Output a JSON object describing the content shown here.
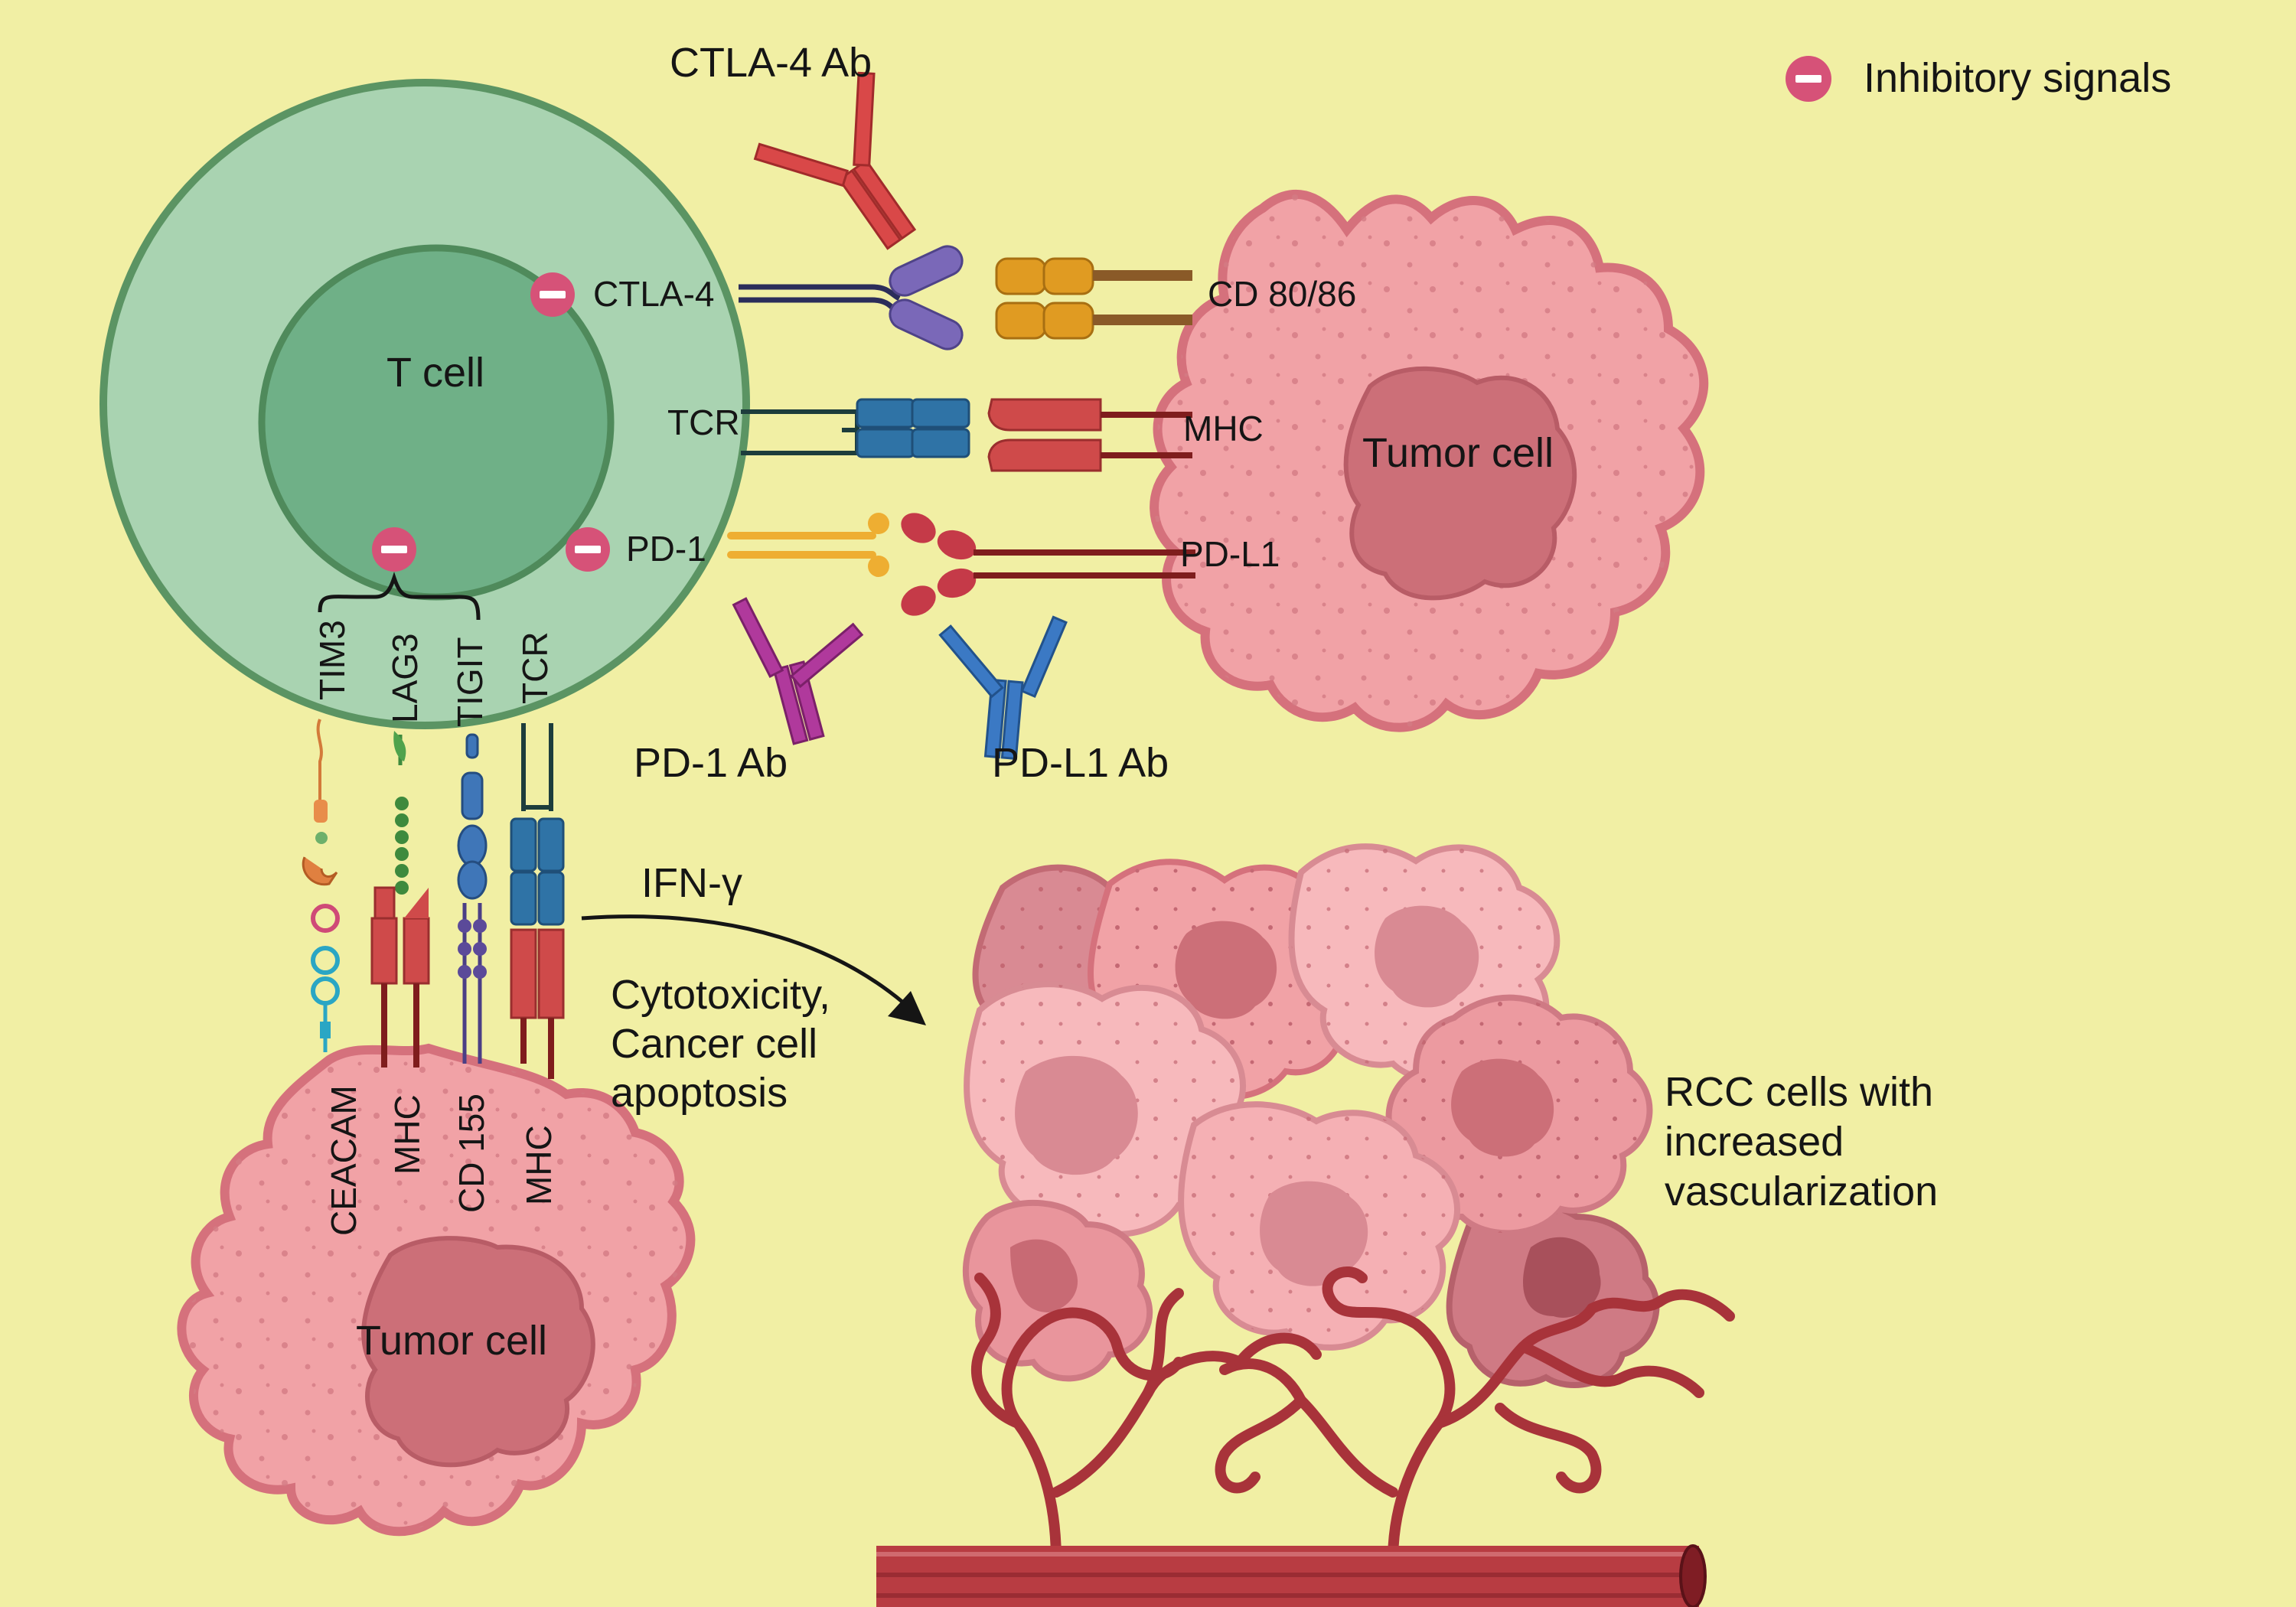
{
  "colors": {
    "background": "#f1efa4",
    "tcell_outer": "#a9d3b1",
    "tcell_inner": "#6fb087",
    "tcell_border": "#5b9463",
    "tumor": "#f1a2a6",
    "tumor_border": "#d5717c",
    "nucleus": "#cc6f78",
    "inhibit": "#d65278",
    "vessel": "#b83c42"
  },
  "legend": {
    "icon": "minus-circle-icon",
    "label": "Inhibitory signals"
  },
  "tcell": {
    "title": "T cell"
  },
  "tumor_right": {
    "title": "Tumor cell"
  },
  "tumor_bottom": {
    "title": "Tumor cell"
  },
  "receptors_right": {
    "ctla4": "CTLA-4",
    "tcr": "TCR",
    "pd1": "PD-1"
  },
  "ligands_right": {
    "cd80": "CD 80/86",
    "mhc": "MHC",
    "pdl1": "PD-L1"
  },
  "antibodies": {
    "ctla4": "CTLA-4 Ab",
    "pd1": "PD-1 Ab",
    "pdl1": "PD-L1 Ab"
  },
  "receptors_bottom": [
    "TIM3",
    "LAG3",
    "TIGIT",
    "TCR"
  ],
  "ligands_bottom": [
    "CEACAM",
    "MHC",
    "CD 155",
    "MHC"
  ],
  "effect": {
    "ifn": "IFN-γ",
    "line1": "Cytotoxicity,",
    "line2": "Cancer cell",
    "line3": "apoptosis"
  },
  "rcc": {
    "line1": "RCC cells with",
    "line2": "increased",
    "line3": "vascularization"
  }
}
